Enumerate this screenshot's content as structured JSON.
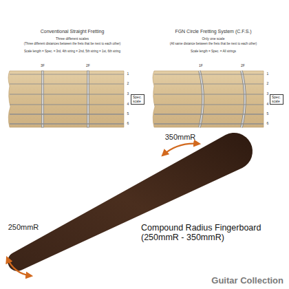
{
  "diagram": {
    "nodes": [
      {
        "text": [
          "Spec. scale"
        ]
      },
      {
        "text": [
          "Spec. scale"
        ]
      }
    ],
    "labels": [
      "Conventional Straight Fretting",
      "Three different scales",
      "(Three different distances between the frets that be next to each other)",
      "Scale length = Spec. = 3rd, 4th string = 2nd, 5th string = 1st, 6th string",
      "3F",
      "2F",
      "1",
      "2",
      "3",
      "4",
      "5",
      "6",
      "FGN Circle Fretting System (C.F.S.)",
      "Only one scale",
      "(All same distance between the frets that be next to each other)",
      "Scale length = Spec. = All strings",
      "1F",
      "2F",
      "1",
      "2",
      "3",
      "4",
      "5",
      "6",
      "350mmR",
      "Compound Radius Fingerboard (250mmR - 350mmR)",
      "250mmR",
      "Guitar Collection"
    ]
  }
}
